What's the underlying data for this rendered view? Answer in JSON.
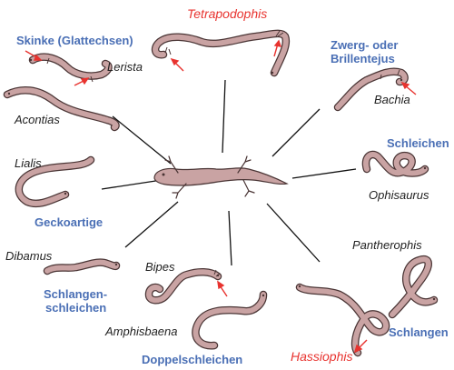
{
  "groups": {
    "skinks": "Skinke (Glattechsen)",
    "dwarf_tegus_1": "Zwerg- oder",
    "dwarf_tegus_2": "Brillentejus",
    "slowworms": "Schleichen",
    "geckos": "Geckoartige",
    "snake_skinks_1": "Schlangen-",
    "snake_skinks_2": "schleichen",
    "amphisbaenians": "Doppelschleichen",
    "snakes": "Schlangen"
  },
  "species": {
    "tetrapodophis": "Tetrapodophis",
    "lerista": "Lerista",
    "acontias": "Acontias",
    "bachia": "Bachia",
    "lialis": "Lialis",
    "ophisaurus": "Ophisaurus",
    "dibamus": "Dibamus",
    "bipes": "Bipes",
    "amphisbaena": "Amphisbaena",
    "pantherophis": "Pantherophis",
    "hassiophis": "Hassiophis"
  },
  "colors": {
    "group_label": "#4a6fb5",
    "fossil_label": "#e8332f",
    "species_label": "#222222",
    "body_fill": "#c9a3a3",
    "body_outline": "#4a3535",
    "arrow": "#e8332f",
    "ray": "#111111"
  }
}
